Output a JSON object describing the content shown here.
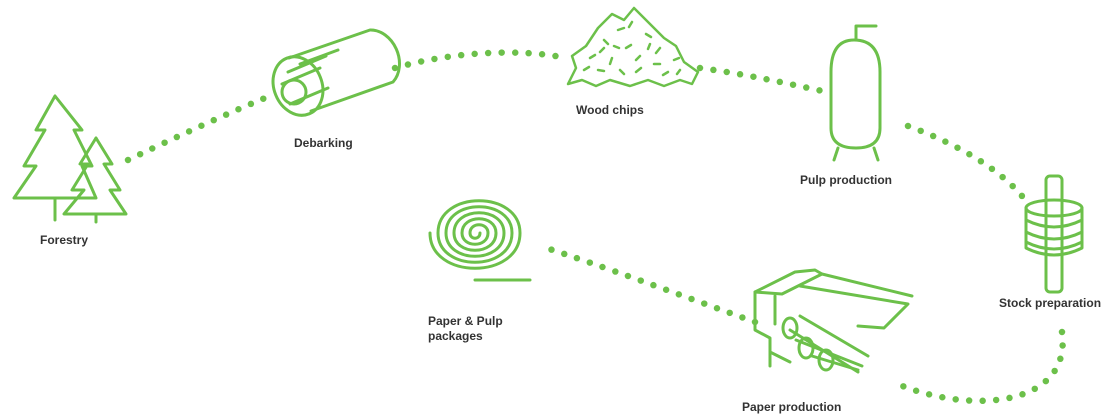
{
  "theme": {
    "accent": "#6cc04a",
    "text": "#333333"
  },
  "flow": [
    {
      "id": "forestry",
      "label": "Forestry",
      "icon": "trees-icon"
    },
    {
      "id": "debarking",
      "label": "Debarking",
      "icon": "log-cylinder-icon"
    },
    {
      "id": "wood_chips",
      "label": "Wood chips",
      "icon": "wood-chips-pile-icon"
    },
    {
      "id": "pulp_production",
      "label": "Pulp production",
      "icon": "pulp-tank-icon"
    },
    {
      "id": "stock_preparation",
      "label": "Stock preparation",
      "icon": "refiner-discs-icon"
    },
    {
      "id": "paper_production",
      "label": "Paper production",
      "icon": "paper-machine-icon"
    },
    {
      "id": "packages",
      "label": "Paper & Pulp\npackages",
      "icon": "paper-roll-spiral-icon"
    }
  ]
}
